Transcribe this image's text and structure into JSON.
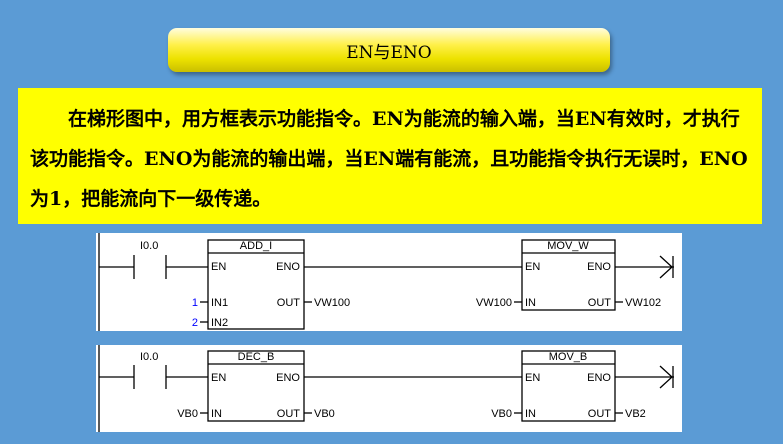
{
  "title": "EN与ENO",
  "description": "在梯形图中，用方框表示功能指令。EN为能流的输入端，当EN有效时，才执行该功能指令。ENO为能流的输出端，当EN端有能流，且功能指令执行无误时，ENO为1，把能流向下一级传递。",
  "ladder1": {
    "contact": "I0.0",
    "box1": {
      "name": "ADD_I",
      "en": "EN",
      "eno": "ENO",
      "in1_label": "IN1",
      "in2_label": "IN2",
      "out_label": "OUT",
      "in1_value": "1",
      "in2_value": "2",
      "out_value": "VW100"
    },
    "box2": {
      "name": "MOV_W",
      "en": "EN",
      "eno": "ENO",
      "in_label": "IN",
      "out_label": "OUT",
      "in_value": "VW100",
      "out_value": "VW102"
    }
  },
  "ladder2": {
    "contact": "I0.0",
    "box1": {
      "name": "DEC_B",
      "en": "EN",
      "eno": "ENO",
      "in_label": "IN",
      "out_label": "OUT",
      "in_value": "VB0",
      "out_value": "VB0"
    },
    "box2": {
      "name": "MOV_B",
      "en": "EN",
      "eno": "ENO",
      "in_label": "IN",
      "out_label": "OUT",
      "in_value": "VB0",
      "out_value": "VB2"
    }
  }
}
